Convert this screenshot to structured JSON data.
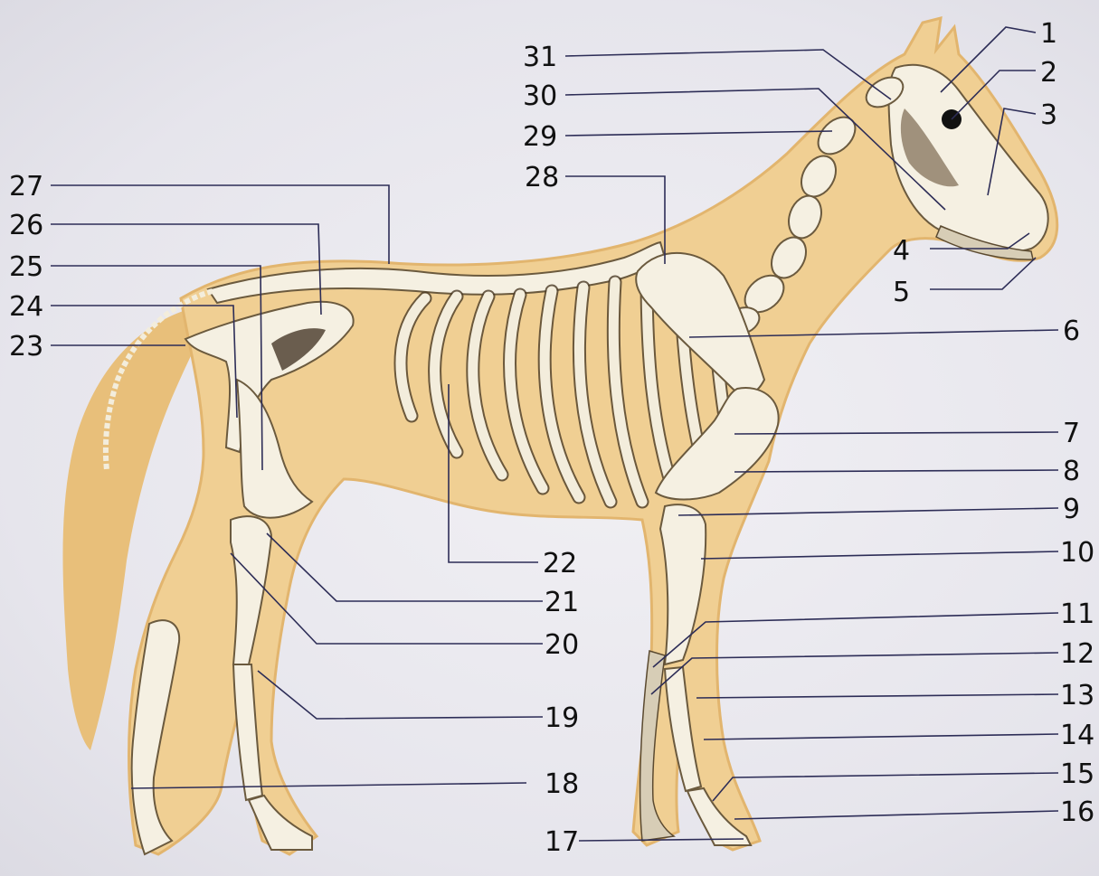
{
  "diagram": {
    "labels": [
      "1",
      "2",
      "3",
      "4",
      "5",
      "6",
      "7",
      "8",
      "9",
      "10",
      "11",
      "12",
      "13",
      "14",
      "15",
      "16",
      "17",
      "18",
      "19",
      "20",
      "21",
      "22",
      "23",
      "24",
      "25",
      "26",
      "27",
      "28",
      "29",
      "30",
      "31"
    ],
    "colors": {
      "body": "#f0cf93",
      "body_edge": "#e2b56e",
      "bone": "#f5f0e2",
      "bone_outline": "#6b5a3e",
      "leader_line": "#2d2d57",
      "background": "#e9e8ee"
    }
  }
}
